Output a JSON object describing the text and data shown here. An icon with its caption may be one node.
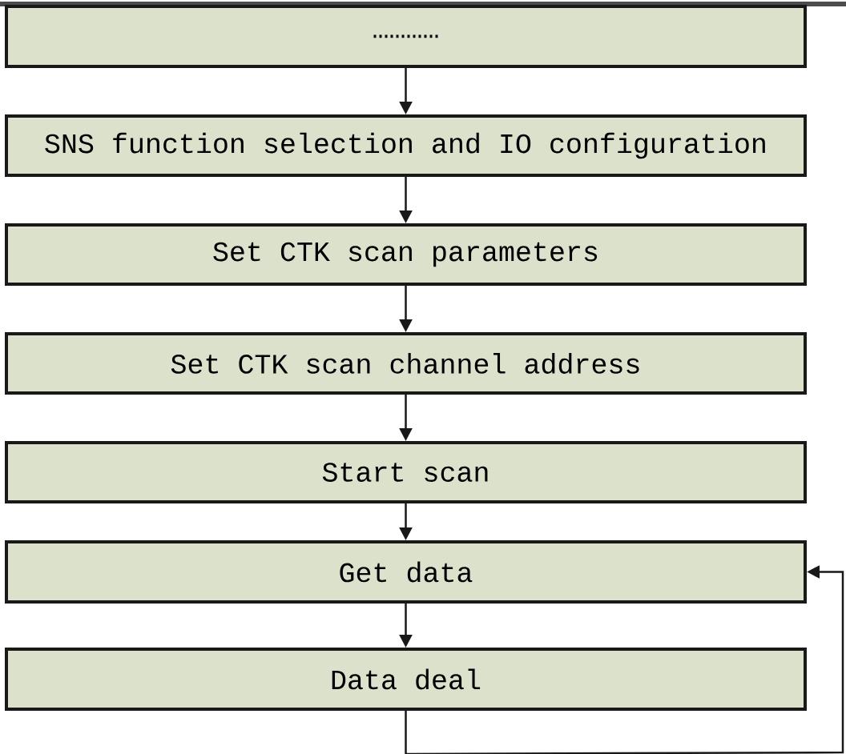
{
  "diagram": {
    "nodes": [
      {
        "text": [
          "…………"
        ]
      },
      {
        "text": [
          "SNS function selection and IO configuration"
        ]
      },
      {
        "text": [
          "Set CTK scan parameters"
        ]
      },
      {
        "text": [
          "Set CTK scan channel address"
        ]
      },
      {
        "text": [
          "Start scan"
        ]
      },
      {
        "text": [
          "Get data"
        ]
      },
      {
        "text": [
          "Data deal"
        ]
      }
    ],
    "edges": [
      {
        "from": 0,
        "to": 1,
        "arrow": "to"
      },
      {
        "from": 1,
        "to": 2,
        "arrow": "to"
      },
      {
        "from": 2,
        "to": 3,
        "arrow": "to"
      },
      {
        "from": 3,
        "to": 4,
        "arrow": "to"
      },
      {
        "from": 4,
        "to": 5,
        "arrow": "to"
      },
      {
        "from": 5,
        "to": 6,
        "arrow": "to"
      },
      {
        "from": 6,
        "to": 5,
        "arrow": "to"
      }
    ]
  }
}
